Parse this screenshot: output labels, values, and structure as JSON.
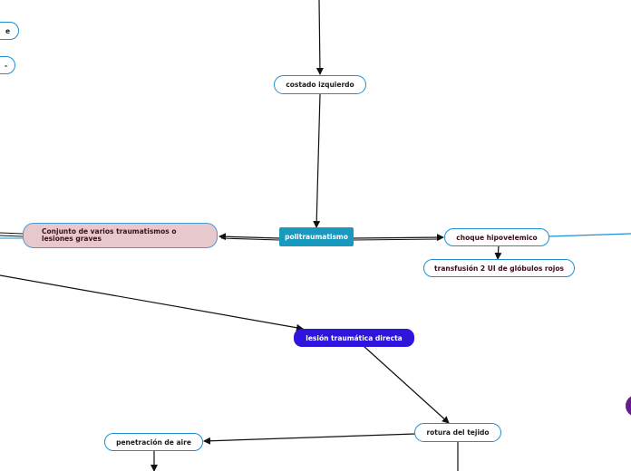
{
  "nodes": {
    "costado": "costado izquierdo",
    "root": "politraumatismo",
    "definicion": "Conjunto de varios traumatismos o lesiones graves",
    "choque": "choque hipovelemico",
    "transfusion": "transfusión 2 UI de glóbulos rojos",
    "lesion": "lesión traumática  directa",
    "rotura": "rotura del tejido",
    "penetracion": "penetración de aire",
    "partial_top": "e",
    "partial_mid": "-"
  },
  "colors": {
    "root_fill": "#1a99bf",
    "node_border": "#1d8fd1",
    "definition_fill": "#e7c9cd",
    "direct_fill": "#2e14dc",
    "edge": "#111111",
    "edge_blue": "#1d8fd1"
  }
}
